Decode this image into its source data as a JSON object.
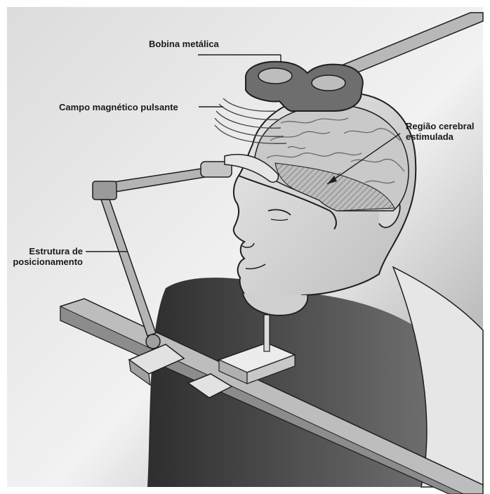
{
  "labels": {
    "coil": "Bobina metálica",
    "field": "Campo magnético pulsante",
    "region_line1": "Região cerebral",
    "region_line2": "estimulada",
    "frame_line1": "Estrutura de",
    "frame_line2": "posicionamento"
  },
  "colors": {
    "background_light": "#f4f4f4",
    "background_dark": "#8a8a8a",
    "line": "#1e1e1e",
    "skin": "#d6d6d6",
    "coil": "#6a6a6a",
    "brain": "#c4c4c4",
    "shadow": "#3a3a3a"
  }
}
